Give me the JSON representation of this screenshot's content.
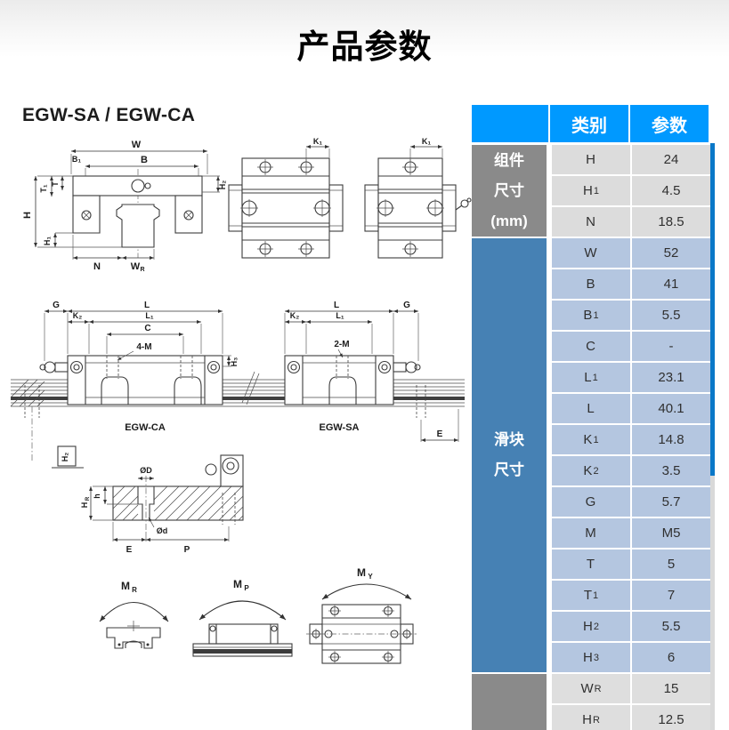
{
  "page": {
    "title": "产品参数"
  },
  "colors": {
    "header_blue": "#0099ff",
    "group_gray": "#8a8a8a",
    "group_blue": "#4681b4",
    "cell_blue": "#b4c6e0",
    "cell_gray": "#dcdcdc",
    "scrollbar_blue": "#0a78c8"
  },
  "table": {
    "headers": {
      "category": "类别",
      "parameter": "参数"
    },
    "groups": [
      {
        "lines": [
          "组件",
          "尺寸",
          "(mm)"
        ]
      },
      {
        "lines": [
          "滑块",
          "尺寸"
        ]
      },
      {
        "lines": []
      }
    ],
    "rows": [
      {
        "label": "H",
        "sub": "",
        "value": "24",
        "theme": "gray"
      },
      {
        "label": "H",
        "sub": "1",
        "value": "4.5",
        "theme": "gray"
      },
      {
        "label": "N",
        "sub": "",
        "value": "18.5",
        "theme": "gray"
      },
      {
        "label": "W",
        "sub": "",
        "value": "52",
        "theme": "blue"
      },
      {
        "label": "B",
        "sub": "",
        "value": "41",
        "theme": "blue"
      },
      {
        "label": "B",
        "sub": "1",
        "value": "5.5",
        "theme": "blue"
      },
      {
        "label": "C",
        "sub": "",
        "value": "-",
        "theme": "blue"
      },
      {
        "label": "L",
        "sub": "1",
        "value": "23.1",
        "theme": "blue"
      },
      {
        "label": "L",
        "sub": "",
        "value": "40.1",
        "theme": "blue"
      },
      {
        "label": "K",
        "sub": "1",
        "value": "14.8",
        "theme": "blue"
      },
      {
        "label": "K",
        "sub": "2",
        "value": "3.5",
        "theme": "blue"
      },
      {
        "label": "G",
        "sub": "",
        "value": "5.7",
        "theme": "blue"
      },
      {
        "label": "M",
        "sub": "",
        "value": "M5",
        "theme": "blue"
      },
      {
        "label": "T",
        "sub": "",
        "value": "5",
        "theme": "blue"
      },
      {
        "label": "T",
        "sub": "1",
        "value": "7",
        "theme": "blue"
      },
      {
        "label": "H",
        "sub": "2",
        "value": "5.5",
        "theme": "blue"
      },
      {
        "label": "H",
        "sub": "3",
        "value": "6",
        "theme": "blue"
      },
      {
        "label": "W",
        "sub": "R",
        "value": "15",
        "theme": "gray2"
      },
      {
        "label": "H",
        "sub": "R",
        "value": "12.5",
        "theme": "gray2"
      }
    ]
  },
  "diagram": {
    "heading": "EGW-SA / EGW-CA",
    "labels": {
      "w": "W",
      "b": "B",
      "b1": "B₁",
      "t": "T",
      "t1": "T₁",
      "h": "H",
      "h1": "H₁",
      "h2": "H₂",
      "h3": "H₃",
      "n": "N",
      "w_base": "W",
      "r_sub": "R",
      "h_base": "H",
      "k1": "K₁",
      "k2": "K₂",
      "g": "G",
      "l": "L",
      "l1": "L₁",
      "c": "C",
      "m4": "4-M",
      "m2": "2-M",
      "e": "E",
      "p": "P",
      "dD": "ØD",
      "dd": "Ød",
      "h_small": "h",
      "cap_ca": "EGW-CA",
      "cap_sa": "EGW-SA",
      "m": "M",
      "mr": "R",
      "mp": "P",
      "my": "Y"
    }
  }
}
